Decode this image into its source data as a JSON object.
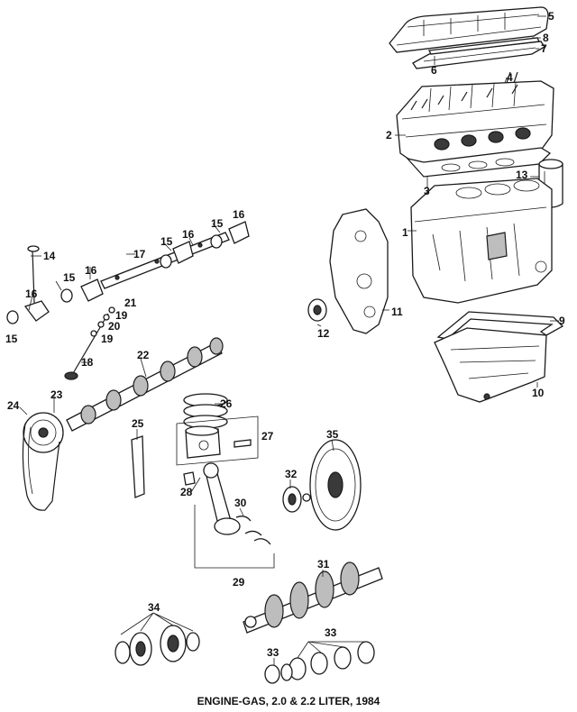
{
  "caption": "ENGINE-GAS, 2.0 & 2.2 LITER, 1984",
  "callouts": [
    {
      "id": "c1",
      "text": "1"
    },
    {
      "id": "c2",
      "text": "2"
    },
    {
      "id": "c3",
      "text": "3"
    },
    {
      "id": "c4",
      "text": "4"
    },
    {
      "id": "c5",
      "text": "5"
    },
    {
      "id": "c6",
      "text": "6"
    },
    {
      "id": "c7",
      "text": "7"
    },
    {
      "id": "c8",
      "text": "8"
    },
    {
      "id": "c9",
      "text": "9"
    },
    {
      "id": "c10",
      "text": "10"
    },
    {
      "id": "c11",
      "text": "11"
    },
    {
      "id": "c12",
      "text": "12"
    },
    {
      "id": "c13",
      "text": "13"
    },
    {
      "id": "c14",
      "text": "14"
    },
    {
      "id": "c15a",
      "text": "15"
    },
    {
      "id": "c15b",
      "text": "15"
    },
    {
      "id": "c15c",
      "text": "15"
    },
    {
      "id": "c15d",
      "text": "15"
    },
    {
      "id": "c16a",
      "text": "16"
    },
    {
      "id": "c16b",
      "text": "16"
    },
    {
      "id": "c16c",
      "text": "16"
    },
    {
      "id": "c16d",
      "text": "16"
    },
    {
      "id": "c17",
      "text": "17"
    },
    {
      "id": "c18",
      "text": "18"
    },
    {
      "id": "c19a",
      "text": "19"
    },
    {
      "id": "c19b",
      "text": "19"
    },
    {
      "id": "c20",
      "text": "20"
    },
    {
      "id": "c21",
      "text": "21"
    },
    {
      "id": "c22",
      "text": "22"
    },
    {
      "id": "c23",
      "text": "23"
    },
    {
      "id": "c24",
      "text": "24"
    },
    {
      "id": "c25",
      "text": "25"
    },
    {
      "id": "c26",
      "text": "26"
    },
    {
      "id": "c27",
      "text": "27"
    },
    {
      "id": "c28",
      "text": "28"
    },
    {
      "id": "c29",
      "text": "29"
    },
    {
      "id": "c30",
      "text": "30"
    },
    {
      "id": "c31",
      "text": "31"
    },
    {
      "id": "c32",
      "text": "32"
    },
    {
      "id": "c33a",
      "text": "33"
    },
    {
      "id": "c33b",
      "text": "33"
    },
    {
      "id": "c34",
      "text": "34"
    },
    {
      "id": "c35",
      "text": "35"
    }
  ]
}
